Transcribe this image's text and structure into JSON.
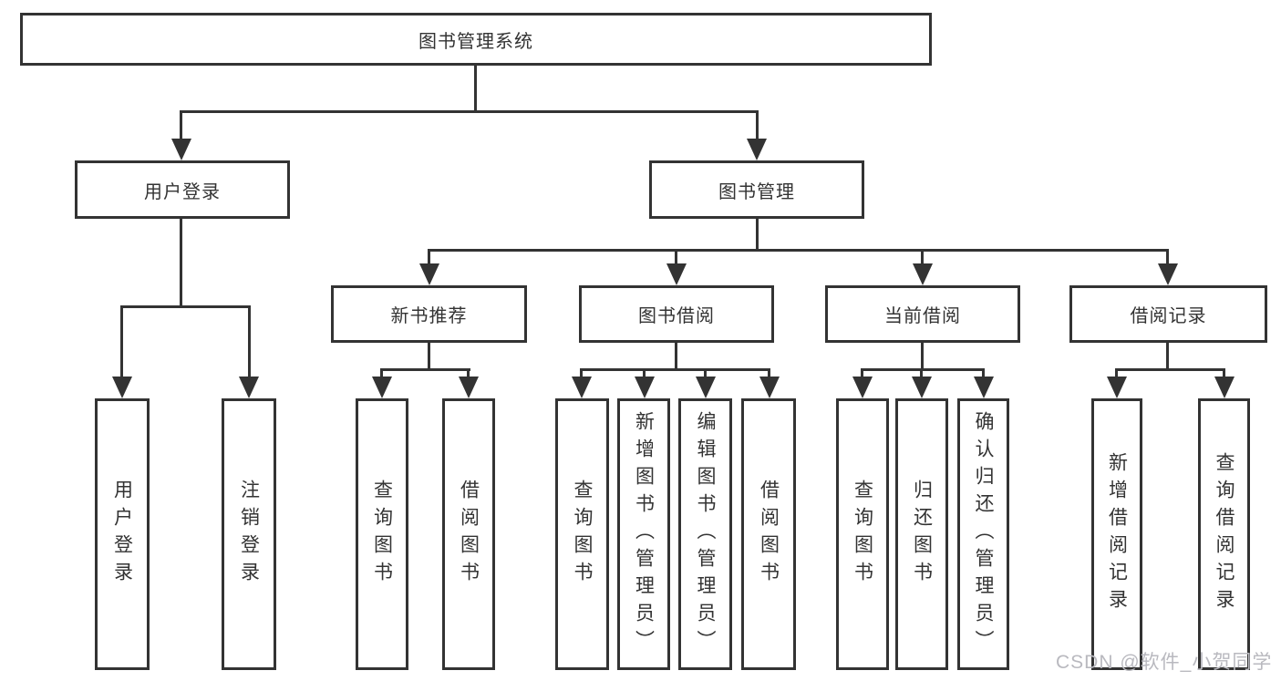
{
  "tree": {
    "root": "图书管理系统",
    "login_branch": {
      "label": "用户登录",
      "leaves": [
        "用户登录",
        "注销登录"
      ]
    },
    "mgmt_branch": {
      "label": "图书管理",
      "sections": [
        {
          "label": "新书推荐",
          "leaves": [
            "查询图书",
            "借阅图书"
          ]
        },
        {
          "label": "图书借阅",
          "leaves": [
            "查询图书",
            "新增图书（管理员）",
            "编辑图书（管理员）",
            "借阅图书"
          ]
        },
        {
          "label": "当前借阅",
          "leaves": [
            "查询图书",
            "归还图书",
            "确认归还（管理员）"
          ]
        },
        {
          "label": "借阅记录",
          "leaves": [
            "新增借阅记录",
            "查询借阅记录"
          ]
        }
      ]
    }
  },
  "watermark": "CSDN @软件_小贺同学",
  "colors": {
    "line": "#333333",
    "text": "#333333",
    "watermark": "#b9b9bf",
    "background": "#ffffff"
  }
}
